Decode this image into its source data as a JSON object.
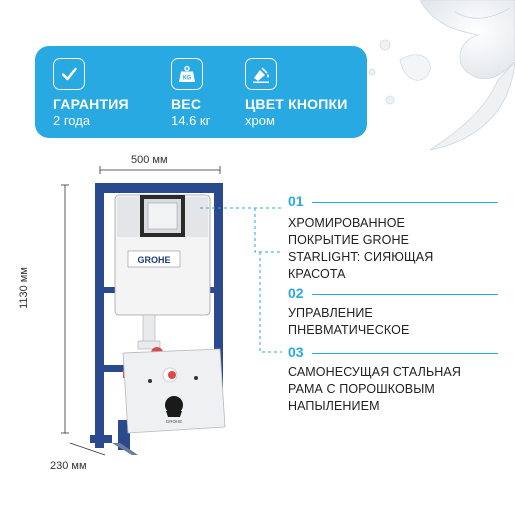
{
  "banner": {
    "features": [
      {
        "icon": "check-icon",
        "title": "ГАРАНТИЯ",
        "value": "2 года"
      },
      {
        "icon": "weight-icon",
        "title": "ВЕС",
        "value": "14.6 кг"
      },
      {
        "icon": "paint-icon",
        "title": "ЦВЕТ КНОПКИ",
        "value": "хром"
      }
    ],
    "weight_glyph": "КG",
    "color": "#29a9e1"
  },
  "product": {
    "brand_logo": "GROHE",
    "dim_width": "500 мм",
    "dim_height": "1130 мм",
    "dim_depth": "230 мм"
  },
  "features_list": [
    {
      "num": "01",
      "text": [
        "ХРОМИРОВАННОЕ",
        "ПОКРЫТИЕ GROHE",
        "STARLIGHT: СИЯЮЩАЯ",
        "КРАСОТА"
      ]
    },
    {
      "num": "02",
      "text": [
        "УПРАВЛЕНИЕ",
        "ПНЕВМАТИЧЕСКОЕ"
      ]
    },
    {
      "num": "03",
      "text": [
        "САМОНЕСУЩАЯ СТАЛЬНАЯ",
        "РАМА С ПОРОШКОВЫМ",
        "НАПЫЛЕНИЕМ"
      ]
    }
  ]
}
